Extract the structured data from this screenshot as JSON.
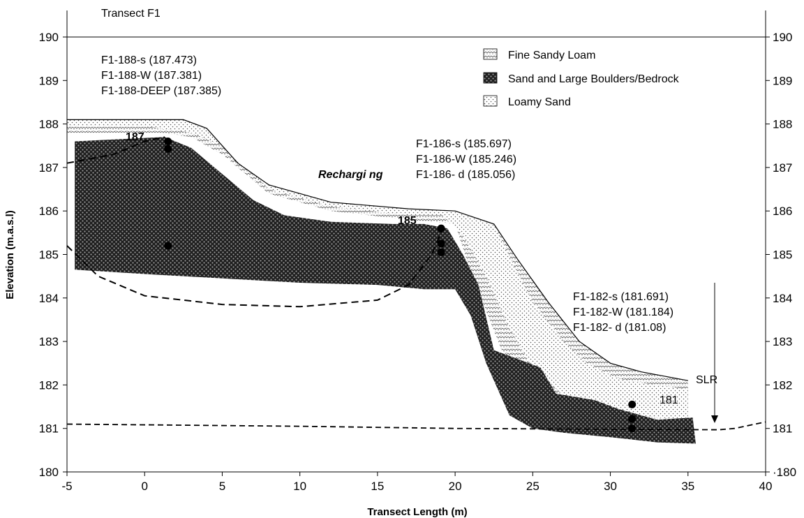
{
  "title": "Transect F1",
  "axes": {
    "x_label": "Transect Length (m)",
    "y_label": "Elevation (m.a.s.l)",
    "x_ticks": [
      "-5",
      "0",
      "5",
      "10",
      "15",
      "20",
      "25",
      "30",
      "35",
      "40"
    ],
    "y_ticks": [
      "180",
      "181",
      "182",
      "183",
      "184",
      "185",
      "186",
      "187",
      "188",
      "189",
      "190"
    ],
    "y_ticks_right": [
      "·180",
      "181",
      "182",
      "183",
      "184",
      "185",
      "186",
      "187",
      "188",
      "189",
      "190"
    ],
    "xlim": [
      -5,
      40
    ],
    "ylim": [
      180,
      190
    ]
  },
  "legend": {
    "items": [
      {
        "label": "Fine Sandy Loam"
      },
      {
        "label": "Sand and Large Boulders/Bedrock"
      },
      {
        "label": "Loamy Sand"
      }
    ]
  },
  "well_groups": [
    {
      "lines": [
        "F1-188-s  (187.473)",
        "F1-188-W  (187.381)",
        "F1-188-DEEP  (187.385)"
      ]
    },
    {
      "lines": [
        "F1-186-s  (185.697)",
        "F1-186-W  (185.246)",
        "F1-186- d  (185.056)"
      ]
    },
    {
      "lines": [
        "F1-182-s  (181.691)",
        "F1-182-W  (181.184)",
        "F1-182- d  (181.08)"
      ]
    }
  ],
  "annotations": {
    "recharging": "Rechargi ng",
    "slr": "SLR",
    "contour_187": "187",
    "contour_185": "185",
    "contour_181": "181"
  },
  "chart_data": {
    "type": "cross-section",
    "title": "Transect F1",
    "xlabel": "Transect Length (m)",
    "ylabel": "Elevation (m.a.s.l)",
    "xlim": [
      -5,
      40
    ],
    "ylim": [
      180,
      190
    ],
    "ground_surface": [
      [
        -5,
        188.1
      ],
      [
        2.5,
        188.1
      ],
      [
        4,
        187.9
      ],
      [
        6,
        187.1
      ],
      [
        8,
        186.6
      ],
      [
        12,
        186.2
      ],
      [
        17,
        186.05
      ],
      [
        20,
        186.0
      ],
      [
        22.5,
        185.7
      ],
      [
        24,
        184.9
      ],
      [
        26,
        183.9
      ],
      [
        28,
        183
      ],
      [
        30,
        182.5
      ],
      [
        32,
        182.3
      ],
      [
        35,
        182.1
      ]
    ],
    "water_table": [
      [
        -5,
        185.2
      ],
      [
        -3,
        184.5
      ],
      [
        0,
        184.05
      ],
      [
        5,
        183.85
      ],
      [
        10,
        183.8
      ],
      [
        15,
        183.95
      ],
      [
        17,
        184.3
      ],
      [
        18.5,
        185.0
      ],
      [
        19.2,
        185.6
      ]
    ],
    "water_table_upper": [
      [
        -5,
        187.1
      ],
      [
        -2,
        187.3
      ],
      [
        0,
        187.6
      ],
      [
        1.3,
        187.7
      ]
    ],
    "regional_water_level": [
      [
        -5,
        181.1
      ],
      [
        10,
        181.05
      ],
      [
        20,
        181.0
      ],
      [
        30,
        180.98
      ],
      [
        37,
        180.97
      ],
      [
        38,
        181.0
      ],
      [
        40,
        181.15
      ]
    ],
    "wells": [
      {
        "x": 1.5,
        "depths": [
          187.6,
          187.43,
          185.2
        ]
      },
      {
        "x": 19.1,
        "depths": [
          185.6,
          185.25,
          185.05
        ]
      },
      {
        "x": 31.4,
        "depths": [
          181.55,
          181.22,
          181.0
        ]
      }
    ],
    "layers": [
      {
        "name": "Fine Sandy Loam",
        "pattern": "wave"
      },
      {
        "name": "Sand and Large Boulders/Bedrock",
        "pattern": "dark"
      },
      {
        "name": "Loamy Sand",
        "pattern": "dots"
      }
    ],
    "grid": false,
    "legend_position": "top-right"
  }
}
